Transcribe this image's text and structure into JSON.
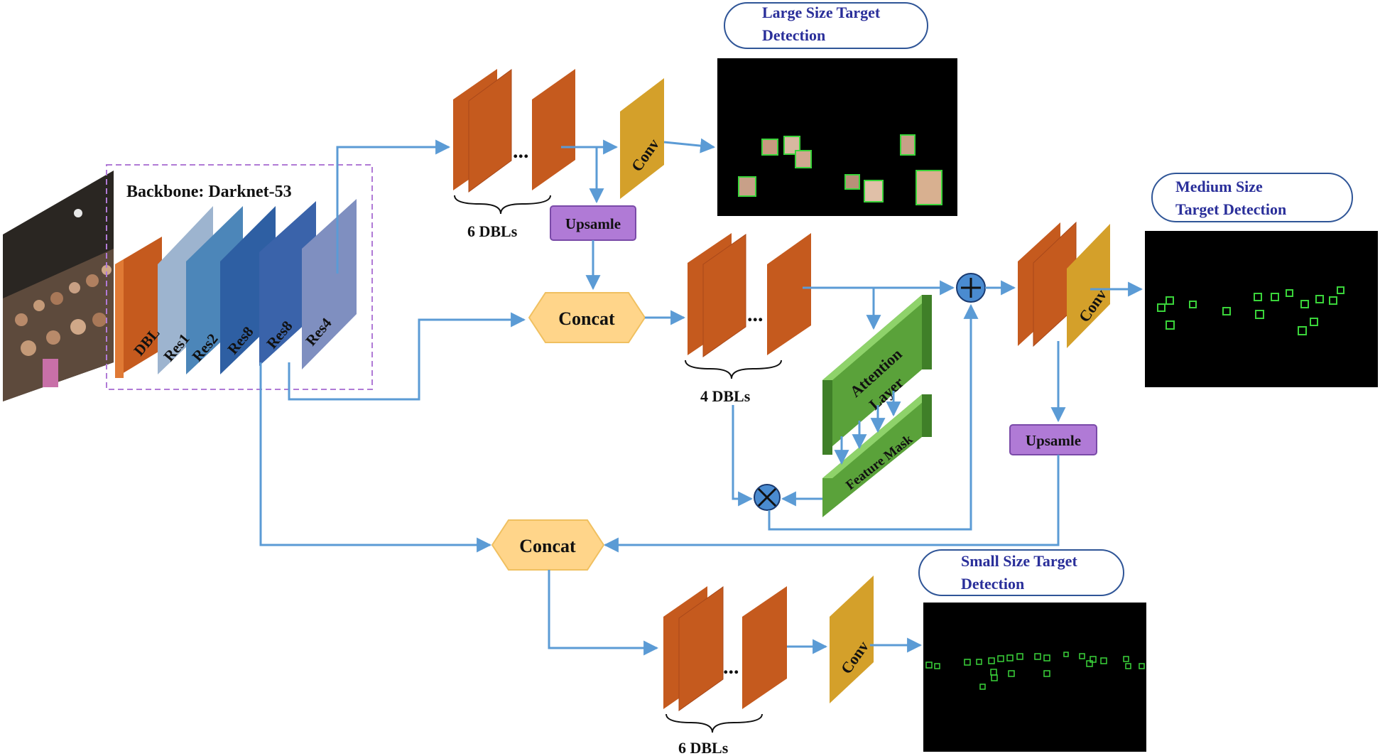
{
  "backbone": {
    "title": "Backbone: Darknet-53",
    "layers": [
      "DBL",
      "Res1",
      "Res2",
      "Res8",
      "Res8",
      "Res4"
    ]
  },
  "large": {
    "pill_line1": "Large Size Target",
    "pill_line2": "Detection",
    "dbl_label": "6 DBLs",
    "conv_label": "Conv",
    "upsample_label": "Upsamle",
    "ellipsis": "..."
  },
  "medium": {
    "pill_line1": "Medium Size",
    "pill_line2": "Target Detection",
    "concat_label": "Concat",
    "dbl_label": "4 DBLs",
    "conv_label": "Conv",
    "upsample_label": "Upsamle",
    "attention_line1": "Attention",
    "attention_line2": "Layer",
    "feature_mask": "Feature Mask",
    "ellipsis": "..."
  },
  "small": {
    "pill_line1": "Small Size Target",
    "pill_line2": "Detection",
    "concat_label": "Concat",
    "dbl_label": "6 DBLs",
    "conv_label": "Conv",
    "ellipsis": "..."
  },
  "operators": {
    "add_symbol": "+",
    "multiply_symbol": "×"
  },
  "colors": {
    "arrow": "#5b9bd5",
    "dbl_front": "#c55a1e",
    "dbl_side": "#e07a35",
    "conv": "#d4a02a",
    "upsample_fill": "#b07ad6",
    "concat_fill": "#ffd58a",
    "attention_front": "#5aa23a",
    "attention_top": "#8ed26a",
    "pill_border": "#2f5597",
    "pill_text": "#2a2f9a",
    "backbone_border": "#b07ad6",
    "box_green": "#3ad43a"
  }
}
